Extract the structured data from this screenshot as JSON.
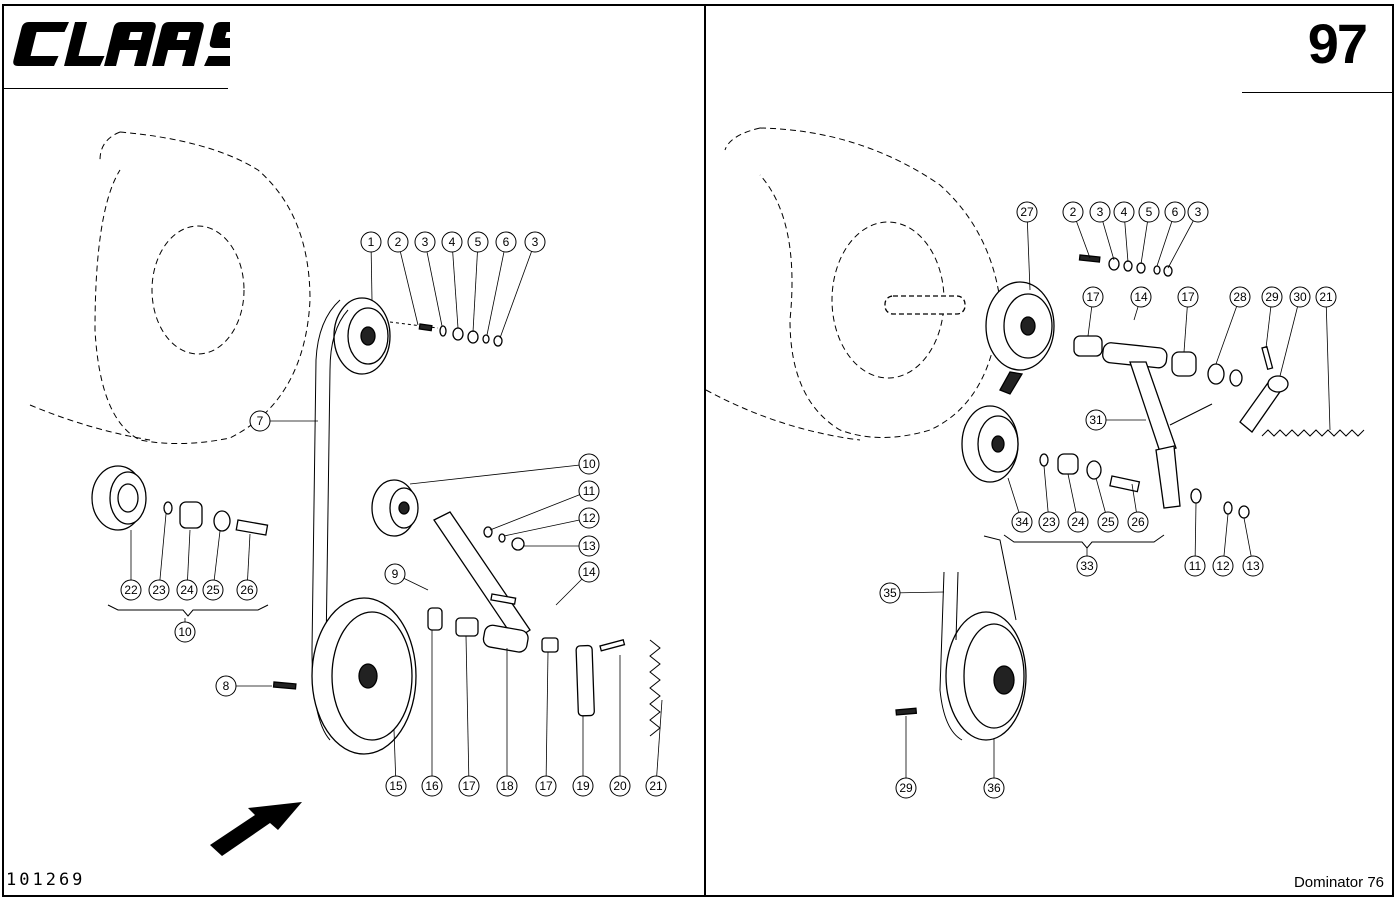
{
  "header": {
    "brand": "CLAAS",
    "page_number": "97"
  },
  "footer": {
    "document_code": "101269",
    "model": "Dominator 76"
  },
  "left_panel": {
    "callouts": [
      "1",
      "2",
      "3",
      "4",
      "5",
      "6",
      "3",
      "7",
      "22",
      "23",
      "24",
      "25",
      "26",
      "10",
      "10",
      "11",
      "12",
      "13",
      "9",
      "14",
      "8",
      "15",
      "16",
      "17",
      "18",
      "17",
      "19",
      "20",
      "21"
    ]
  },
  "right_panel": {
    "callouts": [
      "27",
      "2",
      "3",
      "4",
      "5",
      "6",
      "3",
      "17",
      "14",
      "17",
      "28",
      "29",
      "30",
      "21",
      "31",
      "34",
      "23",
      "24",
      "25",
      "26",
      "33",
      "11",
      "12",
      "13",
      "35",
      "29",
      "36"
    ]
  }
}
